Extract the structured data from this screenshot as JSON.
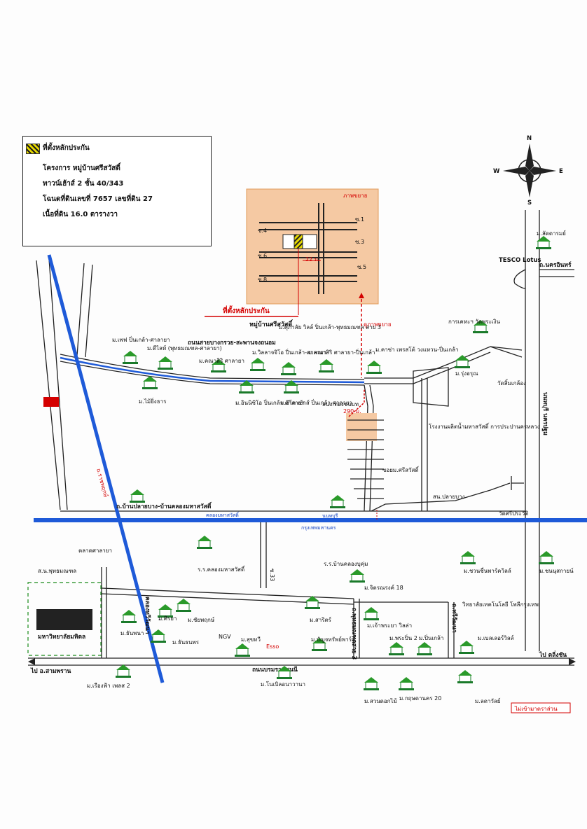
{
  "legend": {
    "title": "ที่ตั้งหลักประกัน",
    "project": "โครงการ หมู่บ้านศรีสวัสดิ์",
    "townhouse": "ทาวน์เฮ้าส์ 2 ชั้น 40/343",
    "deed": "โฉนดที่ดินเลขที่ 7657 เลขที่ดิน 27",
    "area": "เนื้อที่ดิน 16.0 ตารางวา"
  },
  "inset": {
    "title": "ภาพขยาย",
    "distance": "22 ม.",
    "soi_labels": [
      "ซ.1",
      "ซ.3",
      "ซ.5",
      "ซ.4",
      "ซ.6",
      "ซ.8"
    ],
    "callout": "ที่ตั้งหลักประกัน",
    "village": "หมู่บ้านศรีสวัสดิ์",
    "zoom_label": "ดูภาพขยาย"
  },
  "compass": {
    "n": "N",
    "s": "S",
    "e": "E",
    "w": "W"
  },
  "roads": {
    "bang_kruai": "ถนนสายบางกรวย-สะพานจงถนอม",
    "pak_bang_khlong": "ถ.บ้านปลายบาง-บ้านคลองมหาสวัสดิ์",
    "khlong_mahasawat": "คลองมหาสวัสดิ์",
    "nonthaburi_province": "นนทบุรี",
    "bangkok": "กรุงเทพมหานคร",
    "boromrat": "ถนนบรมราชชนนี",
    "ratchaphruek": "ถ.ราชพฤกษ์",
    "nakhon_in": "ถ.นครอินทร์",
    "nonthaburi_v": "นนทบุรี นครปฐม",
    "khlong_thawi": "คลองทวีวัฒนา",
    "to_sam_phran": "ไป อ.สามพราน",
    "to_taling_chan": "ไป ตลิ่งชัน",
    "phutthamonthon_sai3": "ถ.พุทธมณฑลสาย 3",
    "thawi_watthana": "ถ.ทวีวัฒนา",
    "road_33": "ซ.33",
    "distance_290": "290 ม.",
    "to_sala_awn": "ไม่เข้ามาตราส่วน"
  },
  "places": [
    "ม.เพฟ ปิ่นเกล้า-ศาลายา",
    "ม.ดีไลท์ (พุทธมณฑล-ศาลายา)",
    "ม.คณาสิริ ศาลายา",
    "ม.วิลลาจจิโอ ปิ่นเกล้า-ศาลายา",
    "ม.ศุภาลัย วิลล์ ปิ่นเกล้า-พุทธมณฑล สาย 3",
    "ม.คณาสิริ ศาลายา-ปิ่นเกล้า",
    "ม.คาซ่า เพรสโต้ วงแหวน-ปิ่นเกล้า",
    "ม.ไม้ยิ่งธาร",
    "ม.อินนิซิโอ ปิ่นเกล้า ศาลายา",
    "ม.อีโค เฮ้าส์ ปิ่นเกล้า-ศาลายา",
    "สนง.ทองซนบท",
    "การเคหะฯ วัดพระเงิน",
    "ม.รุ่งอรุณ",
    "วัดสิ้มเกล้อง",
    "โรงงานผลิตน้ำมหาสวัสดิ์ การประปานครหลวง",
    "ซอยม.ศรีสวัสดิ์",
    "ม.ลัดดารมย์",
    "TESCO Lotus",
    "วัดศรีประวัติ",
    "สน.ปลายบาง",
    "ส.น.พุทธมณฑล",
    "ตลาดศาลายา",
    "มหาวิทยาลัยมหิดล",
    "ร.ร.คลองมหาสวัสดิ์",
    "ร.ร.บ้านคลองบุคุ่ม",
    "ม.จิตรณรงค์ 18",
    "ม.ศิรยา",
    "ม.ชัยพฤกษ์",
    "ม.ธันพนา",
    "ม.ธันธนพร",
    "ม.สาริตร์",
    "ม.เจ้าพระยา วิลล่า",
    "ม.พระปิ่น 2",
    "ม.ปิ่นเกล้า",
    "ม.เบลเลอร์วิลล์",
    "ม.บัญจทรัพย์พาร์ค",
    "ม.สุขทวี",
    "ม.ชวนชื่นพาร์ควิลล์",
    "ม.ชนนุสกายน์",
    "วิทยาลัยเทคโนโลยี โพลีกรุงเทพ",
    "ม.เรืองฟ้า เพลส 2",
    "ม.โนเบิลอนาวานา",
    "ม.สวนดอกไม้",
    "ม.กฤษดานคร 20",
    "ม.ลดาวัลย์",
    "NGV",
    "Esso"
  ]
}
